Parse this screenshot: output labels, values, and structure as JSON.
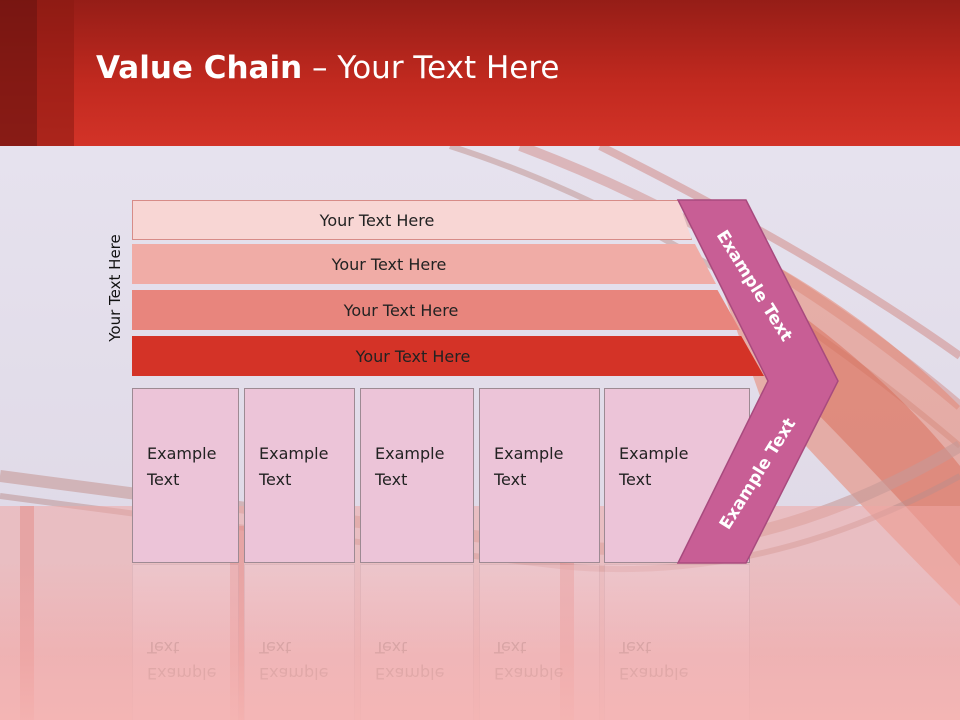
{
  "slide": {
    "title_bold": "Value Chain",
    "title_rest": " – Your Text Here",
    "vertical_label": "Your Text Here"
  },
  "bars": [
    {
      "label": "Your Text Here"
    },
    {
      "label": "Your Text Here"
    },
    {
      "label": "Your Text Here"
    },
    {
      "label": "Your Text Here"
    }
  ],
  "columns": [
    {
      "line1": "Example",
      "line2": "Text"
    },
    {
      "line1": "Example",
      "line2": "Text"
    },
    {
      "line1": "Example",
      "line2": "Text"
    },
    {
      "line1": "Example",
      "line2": "Text"
    },
    {
      "line1": "Example",
      "line2": "Text"
    }
  ],
  "chevron": {
    "top_label": "Example Text",
    "bottom_label": "Example Text"
  },
  "colors": {
    "header_red": "#c0291f",
    "chevron_pink": "#c85e95",
    "column_fill": "#ecc4d8"
  }
}
